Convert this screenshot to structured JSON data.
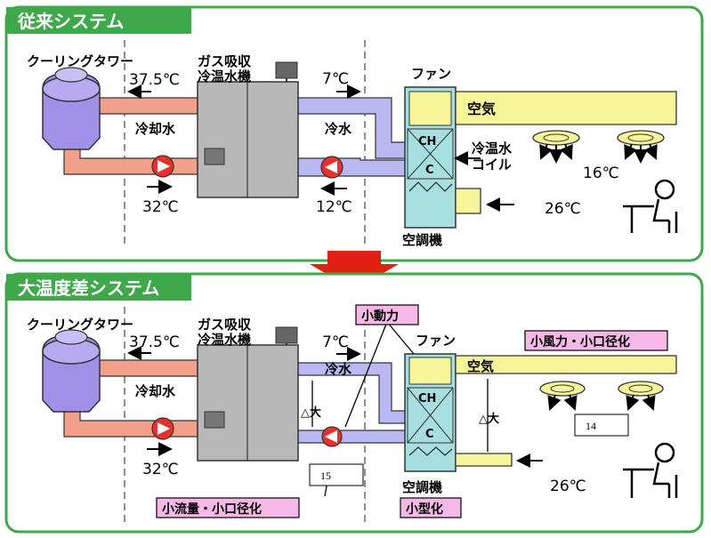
{
  "top": {
    "title": "従来システム",
    "cooling_tower": "クーリングタワー",
    "chiller": "ガス吸収冷温水機",
    "fan": "ファン",
    "air": "空気",
    "coil": "冷温水コイル",
    "ahu": "空調機",
    "cooling_water": "冷却水",
    "chilled_water": "冷水",
    "temp_375": "37.5℃",
    "temp_32": "32℃",
    "temp_7": "7℃",
    "temp_12": "12℃",
    "temp_16": "16℃",
    "temp_26": "26℃",
    "coil_ch": "CH",
    "coil_c": "C"
  },
  "bottom": {
    "title": "大温度差システム",
    "cooling_tower": "クーリングタワー",
    "chiller": "ガス吸収冷温水機",
    "fan": "ファン",
    "air": "空気",
    "ahu": "空調機",
    "cooling_water": "冷却水",
    "chilled_water": "冷水",
    "temp_375": "37.5℃",
    "temp_32": "32℃",
    "temp_7": "7℃",
    "temp_26": "26℃",
    "coil_ch": "CH",
    "coil_c": "C",
    "delta_large_water": "△大",
    "delta_large_air": "△大",
    "tag_small_power": "小動力",
    "tag_small_wind": "小風力・小口径化",
    "tag_small_flow": "小流量・小口径化",
    "tag_compact": "小型化",
    "box_14": "14",
    "box_15": "15"
  },
  "colors": {
    "frame": "#3ea84a",
    "pipe_cooling": "#f2a08a",
    "pipe_chilled": "#b9b8f2",
    "duct": "#f7f59a",
    "ahu": "#a7dedf",
    "chiller": "#b8b8b8",
    "tower": "#a090e8",
    "pump": "#e8302c",
    "arrow_big": "#e02010",
    "tag_bg": "#f6b8e6"
  }
}
